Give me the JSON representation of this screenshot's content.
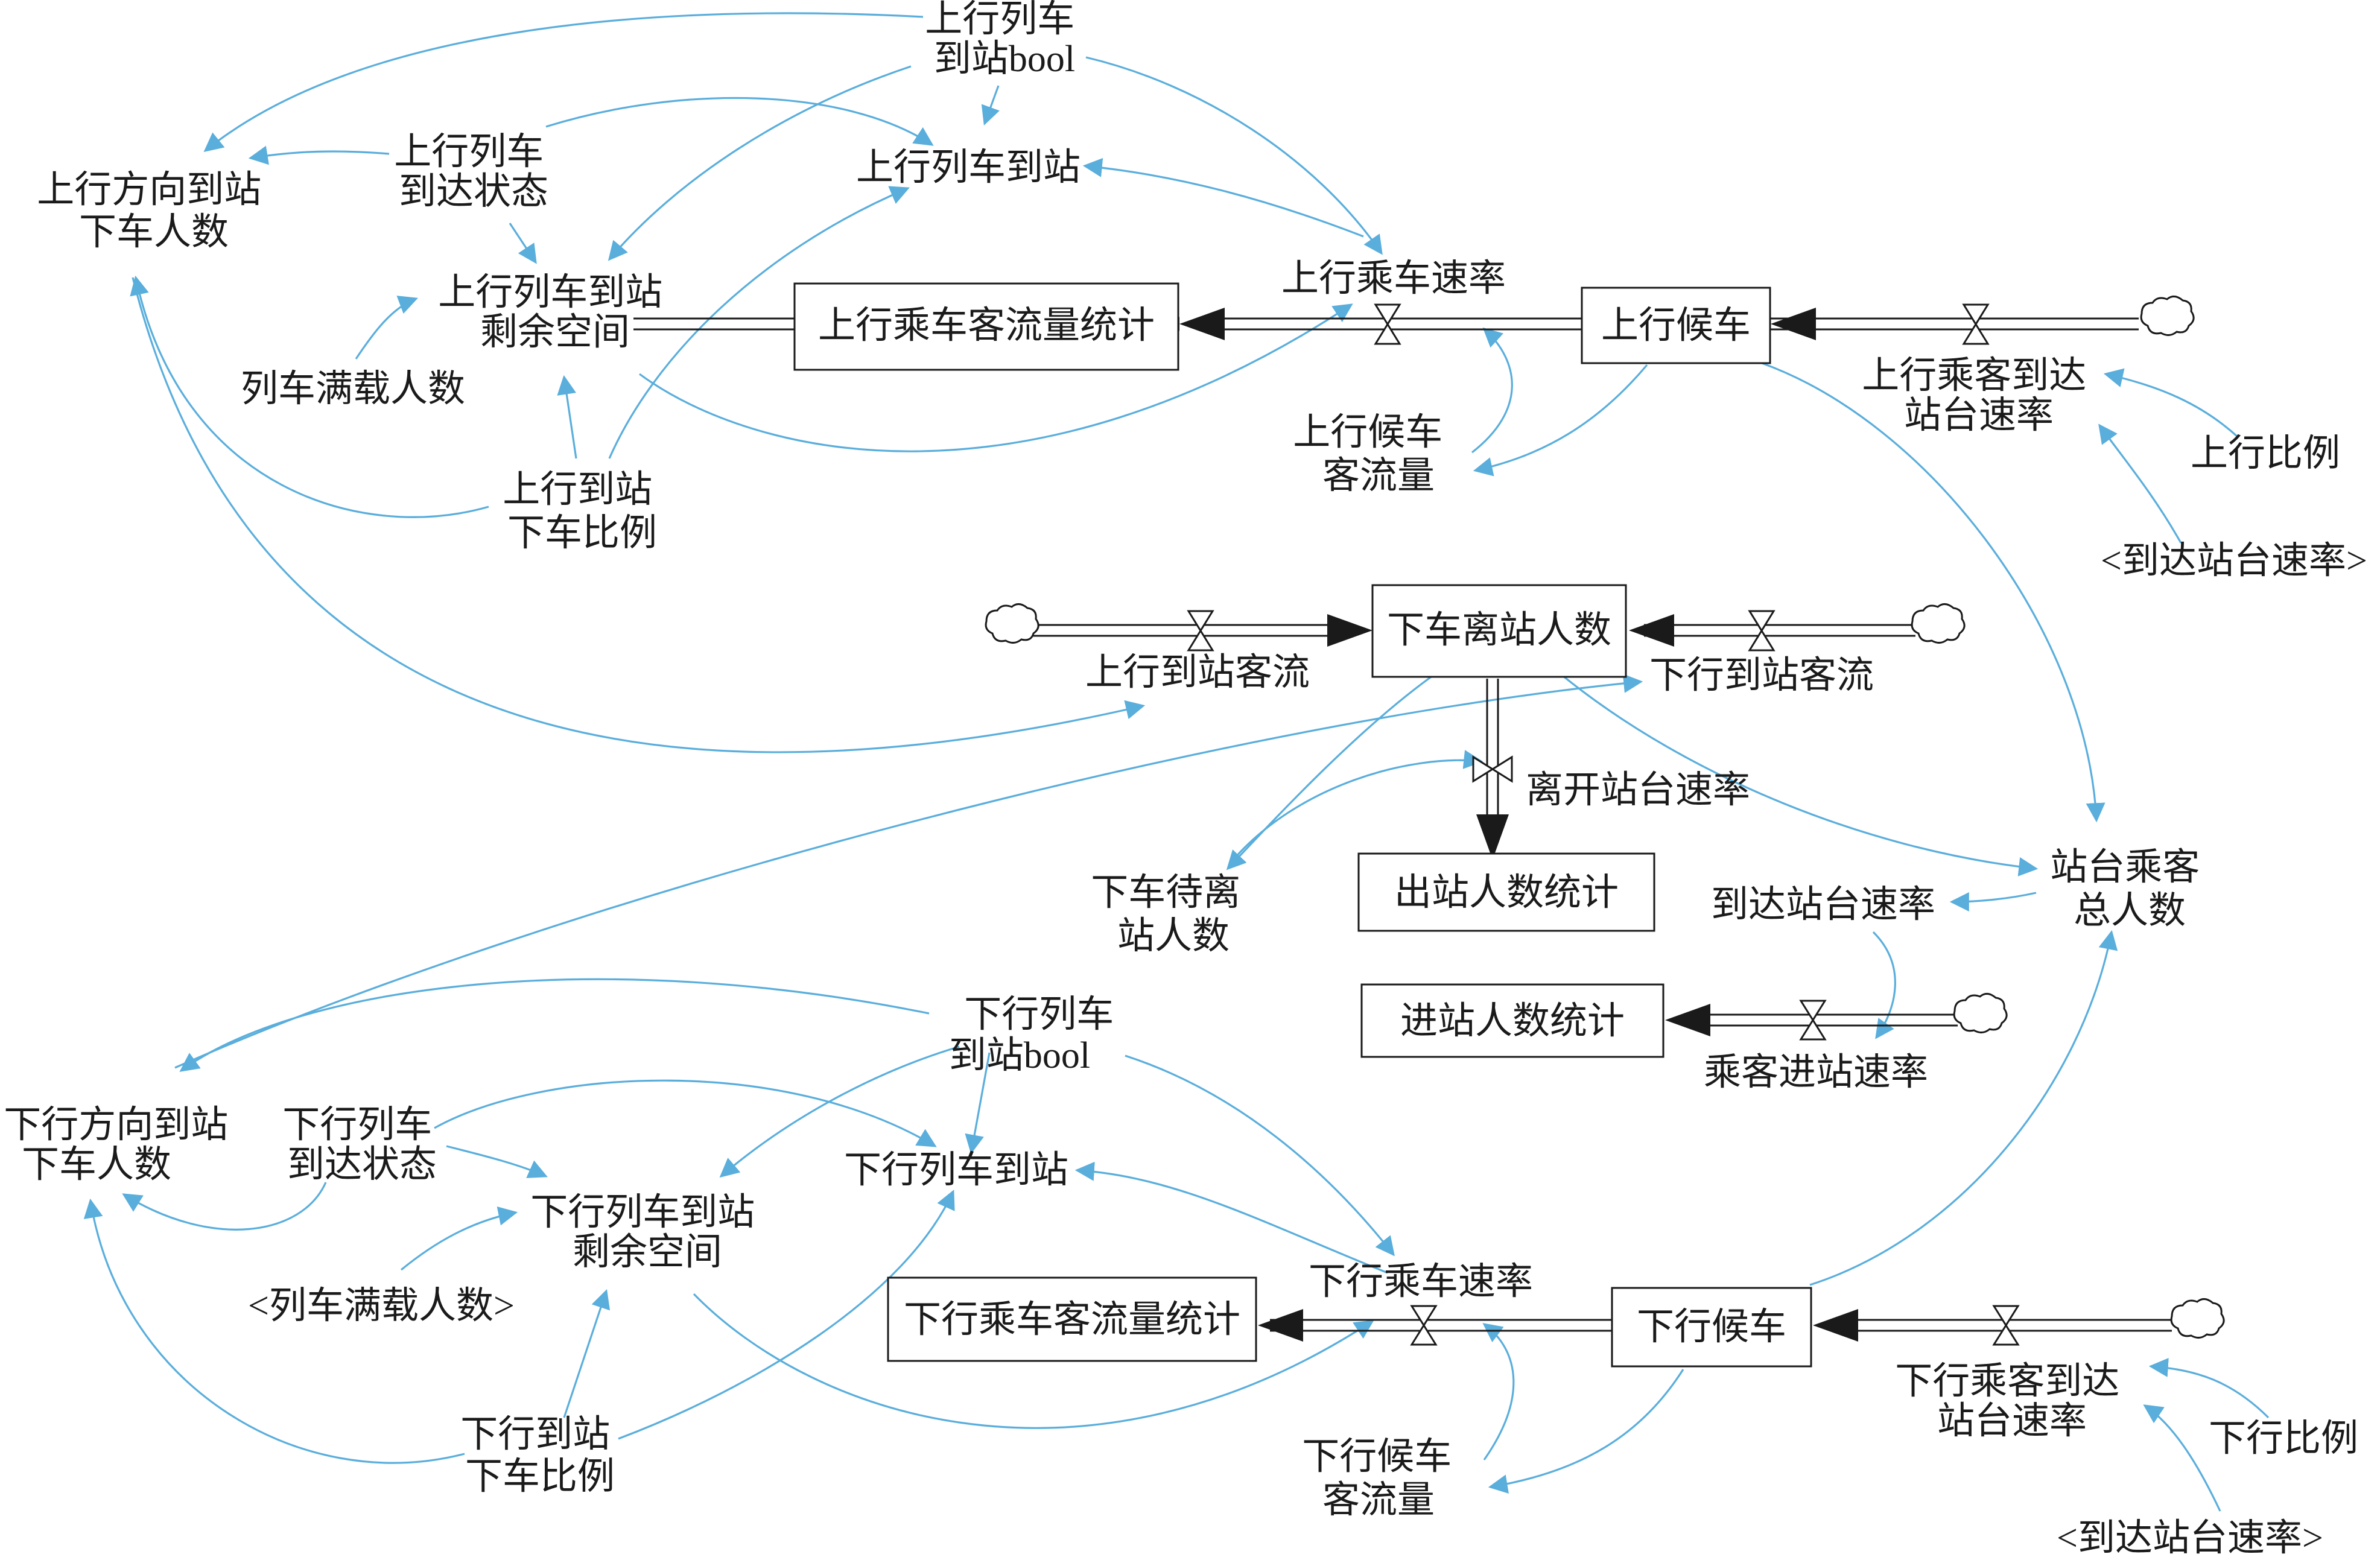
{
  "diagram": {
    "stocks": {
      "up_waiting": "上行候车",
      "up_board_stats": "上行乘车客流量统计",
      "alight_leave": "下车离站人数",
      "exit_stats": "出站人数统计",
      "enter_stats": "进站人数统计",
      "down_board_stats": "下行乘车客流量统计",
      "down_waiting": "下行候车"
    },
    "vars": {
      "up_train_bool": [
        "上行列车",
        "到站bool"
      ],
      "up_train_arrive": "上行列车到站",
      "up_dir_alight": [
        "上行方向到站",
        "下车人数"
      ],
      "up_train_state": [
        "上行列车",
        "到达状态"
      ],
      "up_remain_space": [
        "上行列车到站",
        "剩余空间"
      ],
      "train_full_load": "列车满载人数",
      "up_alight_ratio": [
        "上行到站",
        "下车比例"
      ],
      "up_board_rate": "上行乘车速率",
      "up_wait_flow": [
        "上行候车",
        "客流量"
      ],
      "up_arrive_platform_rate": [
        "上行乘客到达",
        "站台速率"
      ],
      "up_ratio": "上行比例",
      "up_arrive_rate_shadow": "<到达站台速率>",
      "up_arrive_flow": "上行到站客流",
      "down_arrive_flow": "下行到站客流",
      "leave_platform_rate": "离开站台速率",
      "alight_waiting_leave": [
        "下车待离",
        "站人数"
      ],
      "platform_total": [
        "站台乘客",
        "总人数"
      ],
      "arrive_platform_rate": "到达站台速率",
      "enter_rate": "乘客进站速率",
      "down_train_bool": [
        "下行列车",
        "到站bool"
      ],
      "down_dir_alight": [
        "下行方向到站",
        "下车人数"
      ],
      "down_train_state": [
        "下行列车",
        "到达状态"
      ],
      "down_train_arrive": "下行列车到站",
      "down_remain_space": [
        "下行列车到站",
        "剩余空间"
      ],
      "train_full_load_shadow": "<列车满载人数>",
      "down_board_rate": "下行乘车速率",
      "down_alight_ratio": [
        "下行到站",
        "下车比例"
      ],
      "down_wait_flow": [
        "下行候车",
        "客流量"
      ],
      "down_arrive_platform_rate": [
        "下行乘客到达",
        "站台速率"
      ],
      "down_ratio": "下行比例",
      "down_arrive_rate_shadow": "<到达站台速率>"
    }
  },
  "colors": {
    "link": "#5aaedc",
    "ink": "#1a1a1a"
  }
}
